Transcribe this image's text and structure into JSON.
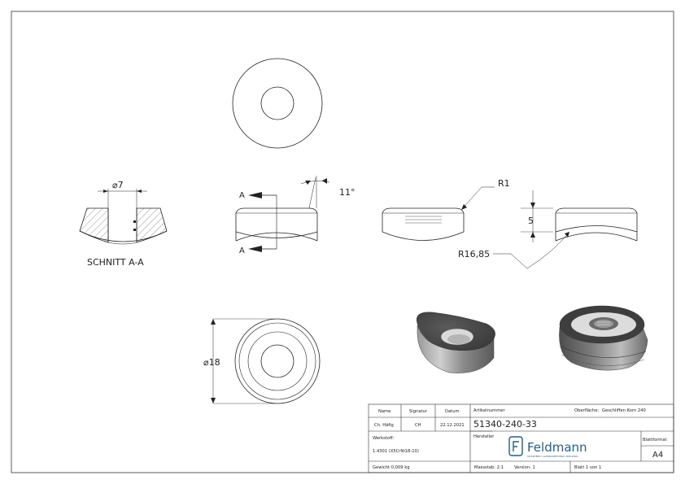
{
  "views": {
    "section_label": "SCHNITT A-A",
    "section_marker": "A"
  },
  "dimensions": {
    "bore_diameter": "⌀7",
    "angle": "11°",
    "edge_radius": "R1",
    "height": "5",
    "curve_radius": "R16,85",
    "outer_diameter": "⌀18"
  },
  "title_block": {
    "headers": {
      "name": "Name",
      "signature": "Signatur",
      "date": "Datum"
    },
    "row": {
      "name": "Ch. Häfig",
      "signature": "CH",
      "date": "22.12.2021"
    },
    "article_label": "Artikelnummer",
    "article_number": "51340-240-33",
    "surface_label": "Oberfläche:",
    "surface_value": "Geschliffen Korn 240",
    "material_label": "Werkstoff:",
    "material_value": "1.4301 (X5CrNi18-10)",
    "manufacturer_label": "Hersteller",
    "logo_text": "Feldmann",
    "logo_tagline": "SCHLEIFEREI / ALUMINIUMTECHNIK / EDELSTAHL",
    "format_label": "Blattformat",
    "format_value": "A4",
    "weight": "Gewicht 0,009 kg",
    "scale": "Massstab: 2:1",
    "version": "Version: 1",
    "sheet": "Blatt 1 von 1"
  },
  "colors": {
    "line": "#222222",
    "hatch": "#444444",
    "shade_dark": "#4a4a4a",
    "shade_light": "#d8d8d8",
    "logo_blue": "#1f5f8b"
  }
}
